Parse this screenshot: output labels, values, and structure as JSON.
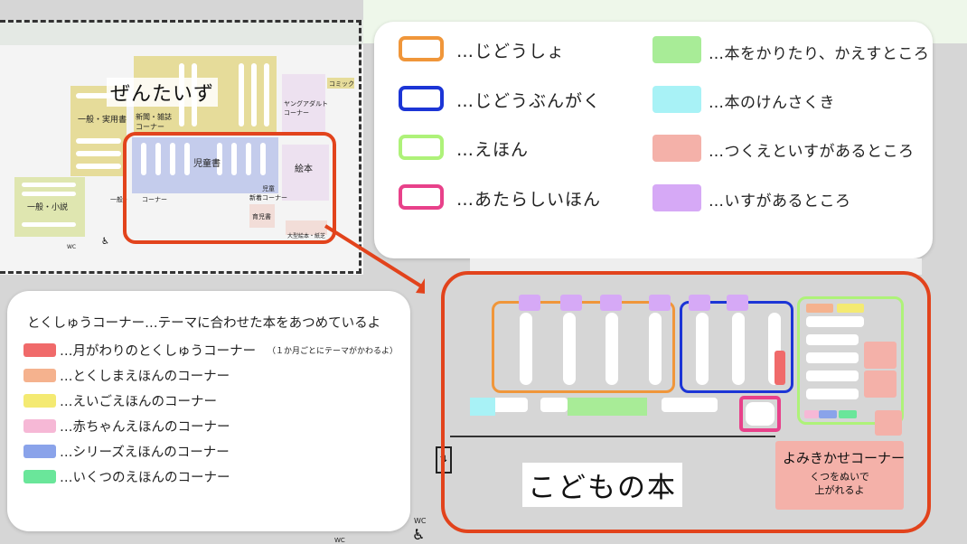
{
  "colors": {
    "jidosho": "#f0963a",
    "jidobungaku": "#1c35d6",
    "ehon": "#aef279",
    "atarashii": "#e8418a",
    "checkout": "#a8ec97",
    "search": "#a8f2f6",
    "desk": "#f4b1a9",
    "chair": "#d6a9f6",
    "red_outline": "#e2431c",
    "monthly": "#f06a6a",
    "tokushima": "#f5b28e",
    "english": "#f4ea72",
    "baby": "#f6b8d6",
    "series": "#8aa3ea",
    "ikutsu": "#6ae69a"
  },
  "legend": {
    "items": [
      {
        "label": "…じどうしょ"
      },
      {
        "label": "…じどうぶんがく"
      },
      {
        "label": "…えほん"
      },
      {
        "label": "…あたらしいほん"
      },
      {
        "label": "…本をかりたり、かえすところ"
      },
      {
        "label": "…本のけんさくき"
      },
      {
        "label": "…つくえといすがあるところ"
      },
      {
        "label": "…いすがあるところ"
      }
    ]
  },
  "tokushu": {
    "title": "とくしゅうコーナー…テーマに合わせた本をあつめているよ",
    "items": [
      {
        "label": "…月がわりのとくしゅうコーナー",
        "note": "（１か月ごとにテーマがかわるよ）"
      },
      {
        "label": "…とくしまえほんのコーナー"
      },
      {
        "label": "…えいごえほんのコーナー"
      },
      {
        "label": "…赤ちゃんえほんのコーナー"
      },
      {
        "label": "…シリーズえほんのコーナー"
      },
      {
        "label": "…いくつのえほんのコーナー"
      }
    ]
  },
  "overview": {
    "title": "ぜんたいず",
    "labels": {
      "ippan_jitsuyo": "一般・実用書",
      "shinbun": "新聞・雑誌\nコーナー",
      "young": "ヤングアダルト\nコーナー",
      "comic": "コミック",
      "jidosho": "児童書",
      "ehon": "絵本",
      "ippan_shosetsu": "一般・小説",
      "ippan_corner": "一般・　　コーナー",
      "jido_shinchaku": "児童\n新着コーナー",
      "ikuji": "育児書",
      "ogata": "大型絵本・紙芝",
      "wc": "WC"
    }
  },
  "kodomo": {
    "title": "こどもの本",
    "yomikikase_title": "よみきかせコーナー",
    "yomikikase_note": "くつをぬいで\n上がれるよ",
    "wc": "WC",
    "wc2": "WC"
  }
}
